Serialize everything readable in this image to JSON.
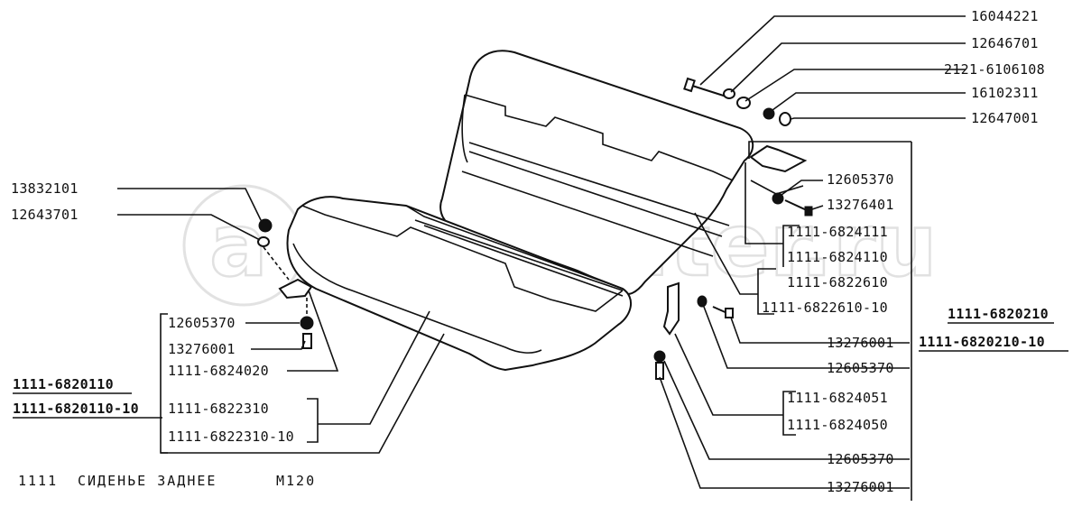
{
  "watermark": {
    "text": "autopiter.ru",
    "logo_letter": "a"
  },
  "caption": {
    "model": "1111",
    "title": "СИДЕНЬЕ ЗАДНЕЕ",
    "code": "М120"
  },
  "labels": {
    "p16044221": "16044221",
    "p12646701": "12646701",
    "p2121_6106108": "2121-6106108",
    "p16102311": "16102311",
    "p12647001": "12647001",
    "p12605370_a": "12605370",
    "p13276401": "13276401",
    "p1111_6824111": "1111-6824111",
    "p1111_6824110": "1111-6824110",
    "p1111_6822610": "1111-6822610",
    "p1111_6822610_10": "1111-6822610-10",
    "p1111_6820210": "1111-6820210",
    "p1111_6820210_10": "1111-6820210-10",
    "p13276001_a": "13276001",
    "p12605370_b": "12605370",
    "p1111_6824051": "1111-6824051",
    "p1111_6824050": "1111-6824050",
    "p12605370_c": "12605370",
    "p13276001_b": "13276001",
    "p13832101": "13832101",
    "p12643701": "12643701",
    "p12605370_d": "12605370",
    "p13276001_c": "13276001",
    "p1111_6824020": "1111-6824020",
    "p1111_6820110": "1111-6820110",
    "p1111_6820110_10": "1111-6820110-10",
    "p1111_6822310": "1111-6822310",
    "p1111_6822310_10": "1111-6822310-10"
  }
}
